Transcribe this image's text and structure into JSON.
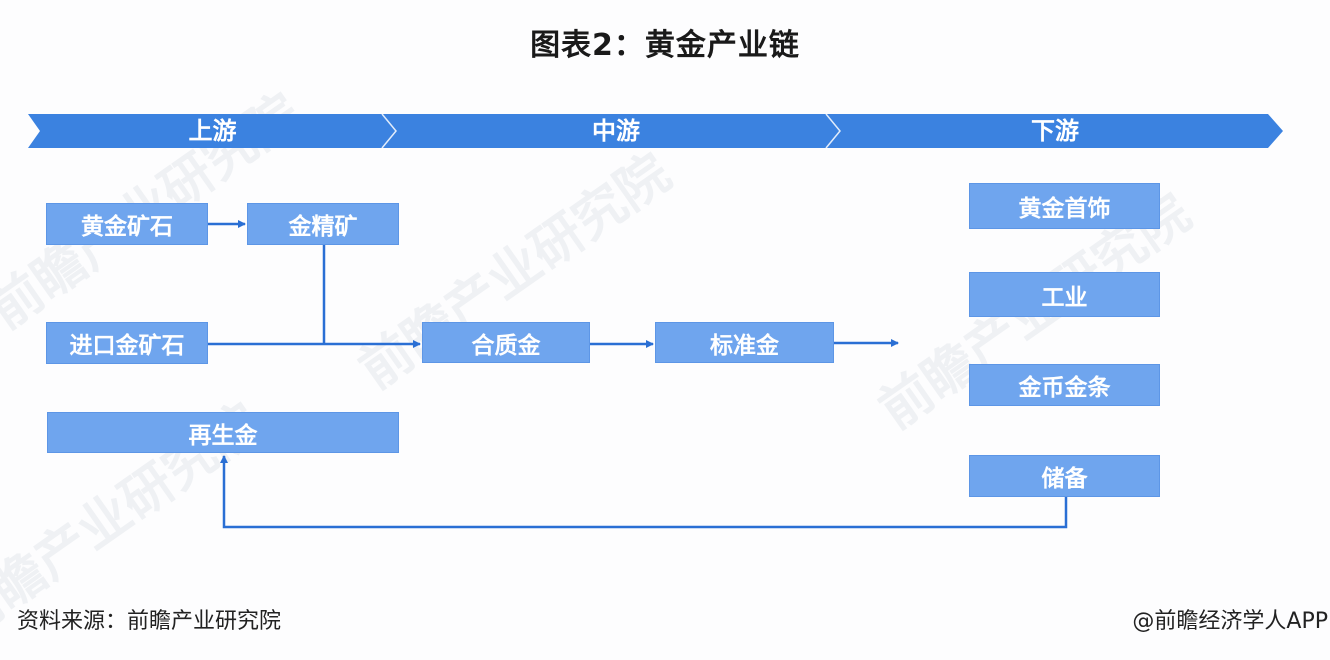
{
  "title": "图表2：黄金产业链",
  "stages": [
    {
      "label": "上游"
    },
    {
      "label": "中游"
    },
    {
      "label": "下游"
    }
  ],
  "nodes": {
    "gold_ore": "黄金矿石",
    "gold_concentrate": "金精矿",
    "imported_gold_ore": "进口金矿石",
    "recycled_gold": "再生金",
    "alloyed_gold": "合质金",
    "standard_gold": "标准金",
    "gold_jewelry": "黄金首饰",
    "industry": "工业",
    "coins_bars": "金币金条",
    "reserves": "储备"
  },
  "edges": [
    {
      "from": "黄金矿石",
      "to": "金精矿"
    },
    {
      "from": "金精矿",
      "to": "合质金"
    },
    {
      "from": "进口金矿石",
      "to": "合质金"
    },
    {
      "from": "合质金",
      "to": "标准金"
    },
    {
      "from": "标准金",
      "to": "下游"
    },
    {
      "from": "储备",
      "to": "再生金"
    }
  ],
  "watermark": "前瞻产业研究院",
  "footer": {
    "source": "资料来源：前瞻产业研究院",
    "credit": "@前瞻经济学人APP"
  },
  "colors": {
    "banner": "#3b82e0",
    "node_fill": "#6fa5ee",
    "line": "#2a6fd4"
  }
}
